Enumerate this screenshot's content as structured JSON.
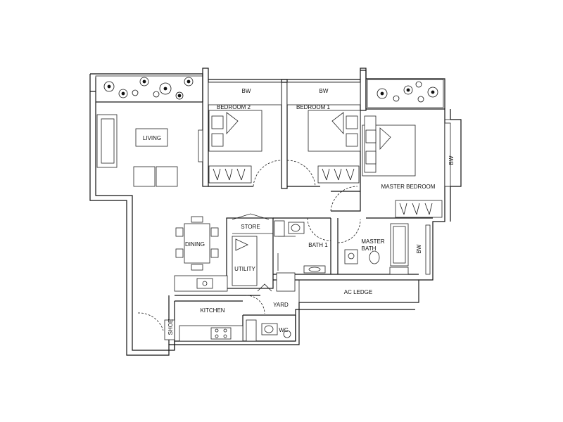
{
  "rooms": {
    "living": "LIVING",
    "bedroom2": "BEDROOM 2",
    "bedroom1": "BEDROOM 1",
    "master_bedroom": "MASTER BEDROOM",
    "dining": "DINING",
    "store": "STORE",
    "bath1": "BATH 1",
    "master_bath_line1": "MASTER",
    "master_bath_line2": "BATH",
    "utility": "UTILITY",
    "kitchen": "KITCHEN",
    "yard": "YARD",
    "wc": "WC",
    "ac_ledge": "AC LEDGE",
    "shoe": "SHOE"
  },
  "wardrobes": {
    "bw_bedroom2": "BW",
    "bw_bedroom1": "BW",
    "bw_master": "BW",
    "bw_master_bath": "BW"
  }
}
